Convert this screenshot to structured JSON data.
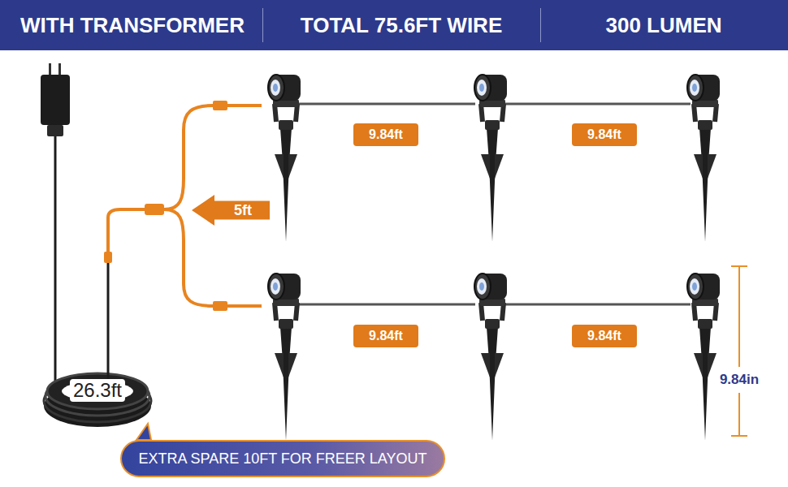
{
  "diagram": {
    "nodes": [
      {
        "text": [
          "WITH TRANSFORMER",
          "TOTAL 75.6FT WIRE",
          "300 LUMEN"
        ]
      },
      {
        "text": [
          "9.84ft"
        ]
      },
      {
        "text": [
          "9.84ft"
        ]
      },
      {
        "text": [
          "5ft"
        ]
      },
      {
        "text": [
          "9.84ft"
        ]
      },
      {
        "text": [
          "9.84ft"
        ]
      },
      {
        "text": [
          "EXTRA SPARE 10FT FOR FREER LAYOUT"
        ]
      }
    ],
    "labels": [
      "26.3ft",
      "9.84in"
    ]
  }
}
